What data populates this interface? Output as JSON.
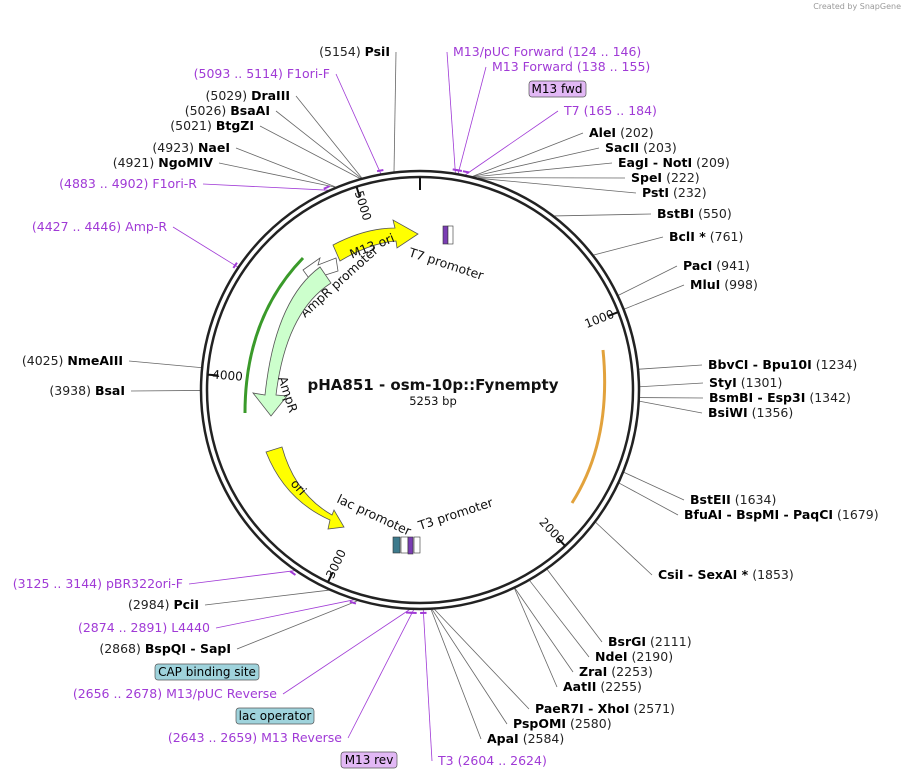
{
  "credit": "Created by  SnapGene",
  "plasmid": {
    "name": "pHA851 - osm-10p::Fynempty",
    "length": "5253 bp",
    "total_bp": 5253
  },
  "ticks": [
    {
      "bp": 1000,
      "label": "1000"
    },
    {
      "bp": 2000,
      "label": "2000"
    },
    {
      "bp": 3000,
      "label": "3000"
    },
    {
      "bp": 4000,
      "label": "4000"
    },
    {
      "bp": 5000,
      "label": "5000"
    }
  ],
  "sites": [
    {
      "pos": "(5154)",
      "parts": [
        "PsiI"
      ],
      "type": "enzyme",
      "bp": 5154
    },
    {
      "pos": "(5093 .. 5114)",
      "parts": [
        "F1ori-F"
      ],
      "type": "primer",
      "bp": 5103
    },
    {
      "pos": "(5029)",
      "parts": [
        "DraIII"
      ],
      "type": "enzyme",
      "bp": 5029
    },
    {
      "pos": "(5026)",
      "parts": [
        "BsaAI"
      ],
      "type": "enzyme",
      "bp": 5026
    },
    {
      "pos": "(5021)",
      "parts": [
        "BtgZI"
      ],
      "type": "enzyme",
      "bp": 5021
    },
    {
      "pos": "(4923)",
      "parts": [
        "NaeI"
      ],
      "type": "enzyme",
      "bp": 4923
    },
    {
      "pos": "(4921)",
      "parts": [
        "NgoMIV"
      ],
      "type": "enzyme",
      "bp": 4921
    },
    {
      "pos": "(4883 .. 4902)",
      "parts": [
        "F1ori-R"
      ],
      "type": "primer",
      "bp": 4892
    },
    {
      "pos": "(4427 .. 4446)",
      "parts": [
        "Amp-R"
      ],
      "type": "primer",
      "bp": 4436
    },
    {
      "pos": "(4025)",
      "parts": [
        "NmeAIII"
      ],
      "type": "enzyme",
      "bp": 4025
    },
    {
      "pos": "(3938)",
      "parts": [
        "BsaI"
      ],
      "type": "enzyme",
      "bp": 3938
    },
    {
      "pos": "(3125 .. 3144)",
      "parts": [
        "pBR322ori-F"
      ],
      "type": "primer",
      "bp": 3134
    },
    {
      "pos": "(2984)",
      "parts": [
        "PciI"
      ],
      "type": "enzyme",
      "bp": 2984
    },
    {
      "pos": "(2874 .. 2891)",
      "parts": [
        "L4440"
      ],
      "type": "primer",
      "bp": 2882
    },
    {
      "pos": "(2868)",
      "parts": [
        "BspQI",
        "SapI"
      ],
      "type": "enzyme",
      "bp": 2868
    },
    {
      "pos": "(2656 .. 2678)",
      "parts": [
        "M13/pUC Reverse"
      ],
      "type": "primer",
      "bp": 2667
    },
    {
      "pos": "(2643 .. 2659)",
      "parts": [
        "M13 Reverse"
      ],
      "type": "primer",
      "bp": 2651
    },
    {
      "pos": "(2604 .. 2624)",
      "parts": [
        "T3"
      ],
      "type": "primer",
      "bp": 2614
    },
    {
      "pos": "(124 .. 146)",
      "parts": [
        "M13/pUC Forward"
      ],
      "type": "primer",
      "bp": 135
    },
    {
      "pos": "(138 .. 155)",
      "parts": [
        "M13 Forward"
      ],
      "type": "primer",
      "bp": 146
    },
    {
      "pos": "(165 .. 184)",
      "parts": [
        "T7"
      ],
      "type": "primer",
      "bp": 174
    },
    {
      "pos": "(202)",
      "parts": [
        "AleI"
      ],
      "type": "enzyme",
      "bp": 202
    },
    {
      "pos": "(203)",
      "parts": [
        "SacII"
      ],
      "type": "enzyme",
      "bp": 203
    },
    {
      "pos": "(209)",
      "parts": [
        "EagI",
        "NotI"
      ],
      "type": "enzyme",
      "bp": 209
    },
    {
      "pos": "(222)",
      "parts": [
        "SpeI"
      ],
      "type": "enzyme",
      "bp": 222
    },
    {
      "pos": "(232)",
      "parts": [
        "PstI"
      ],
      "type": "enzyme",
      "bp": 232
    },
    {
      "pos": "(550)",
      "parts": [
        "BstBI"
      ],
      "type": "enzyme",
      "bp": 550
    },
    {
      "pos": "(761)",
      "parts": [
        "BclI *"
      ],
      "type": "enzyme",
      "bp": 761
    },
    {
      "pos": "(941)",
      "parts": [
        "PacI"
      ],
      "type": "enzyme",
      "bp": 941
    },
    {
      "pos": "(998)",
      "parts": [
        "MluI"
      ],
      "type": "enzyme",
      "bp": 998
    },
    {
      "pos": "(1234)",
      "parts": [
        "BbvCI",
        "Bpu10I"
      ],
      "type": "enzyme",
      "bp": 1234
    },
    {
      "pos": "(1301)",
      "parts": [
        "StyI"
      ],
      "type": "enzyme",
      "bp": 1301
    },
    {
      "pos": "(1342)",
      "parts": [
        "BsmBI",
        "Esp3I"
      ],
      "type": "enzyme",
      "bp": 1342
    },
    {
      "pos": "(1356)",
      "parts": [
        "BsiWI"
      ],
      "type": "enzyme",
      "bp": 1356
    },
    {
      "pos": "(1634)",
      "parts": [
        "BstEII"
      ],
      "type": "enzyme",
      "bp": 1634
    },
    {
      "pos": "(1679)",
      "parts": [
        "BfuAI",
        "BspMI",
        "PaqCI"
      ],
      "type": "enzyme",
      "bp": 1679
    },
    {
      "pos": "(1853)",
      "parts": [
        "CsiI",
        "SexAI *"
      ],
      "type": "enzyme",
      "bp": 1853
    },
    {
      "pos": "(2111)",
      "parts": [
        "BsrGI"
      ],
      "type": "enzyme",
      "bp": 2111
    },
    {
      "pos": "(2190)",
      "parts": [
        "NdeI"
      ],
      "type": "enzyme",
      "bp": 2190
    },
    {
      "pos": "(2253)",
      "parts": [
        "ZraI"
      ],
      "type": "enzyme",
      "bp": 2253
    },
    {
      "pos": "(2255)",
      "parts": [
        "AatII"
      ],
      "type": "enzyme",
      "bp": 2255
    },
    {
      "pos": "(2571)",
      "parts": [
        "PaeR7I",
        "XhoI"
      ],
      "type": "enzyme",
      "bp": 2571
    },
    {
      "pos": "(2580)",
      "parts": [
        "PspOMI"
      ],
      "type": "enzyme",
      "bp": 2580
    },
    {
      "pos": "(2584)",
      "parts": [
        "ApaI"
      ],
      "type": "enzyme",
      "bp": 2584
    }
  ],
  "boxed_labels": [
    {
      "text": "M13 fwd",
      "style": "purple"
    },
    {
      "text": "CAP binding site",
      "style": "teal"
    },
    {
      "text": "lac operator",
      "style": "teal"
    },
    {
      "text": "M13 rev",
      "style": "purple"
    }
  ],
  "features": [
    {
      "name": "M13 ori",
      "color": "#ffff00"
    },
    {
      "name": "AmpR promoter",
      "color": "#ffffff"
    },
    {
      "name": "AmpR",
      "color": "#ccffcc"
    },
    {
      "name": "ori",
      "color": "#ffff00"
    },
    {
      "name": "lac promoter",
      "color": "#ffffff"
    },
    {
      "name": "T3 promoter",
      "color": "#ffffff"
    },
    {
      "name": "T7 promoter",
      "color": "#ffffff"
    }
  ],
  "colors": {
    "primer": "#a03ad6",
    "enzyme": "#000000",
    "backbone": "#333333",
    "orf_orange": "#e2a23c",
    "orf_green": "#3a9a2a"
  }
}
